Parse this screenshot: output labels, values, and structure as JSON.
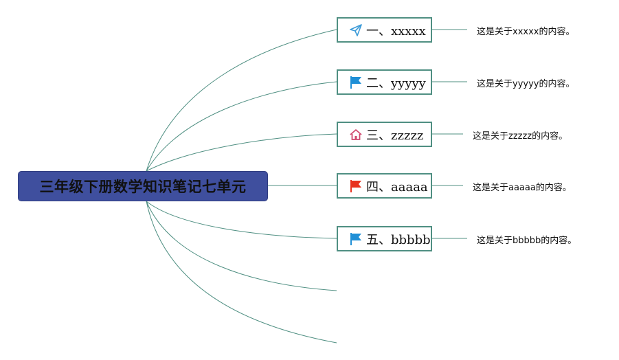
{
  "root": {
    "title": "三年级下册数学知识笔记七单元"
  },
  "branches": [
    {
      "label": "一、xxxxx",
      "icon": "paper-plane-icon",
      "note": "这是关于xxxxx的内容。"
    },
    {
      "label": "二、yyyyy",
      "icon": "blue-flag-icon",
      "note": "这是关于yyyyy的内容。"
    },
    {
      "label": "三、zzzzz",
      "icon": "home-icon",
      "note": "这是关于zzzzz的内容。"
    },
    {
      "label": "四、aaaaa",
      "icon": "red-flag-icon",
      "note": "这是关于aaaaa的内容。"
    },
    {
      "label": "五、bbbbb",
      "icon": "blue-flag-icon",
      "note": "这是关于bbbbb的内容。"
    }
  ],
  "colors": {
    "root_fill": "#3f4f9e",
    "connector": "#4f8f82",
    "blue_flag": "#1f8fd6",
    "red_flag": "#e8321f",
    "home": "#d0486e",
    "paper_plane": "#3c9bd8"
  }
}
